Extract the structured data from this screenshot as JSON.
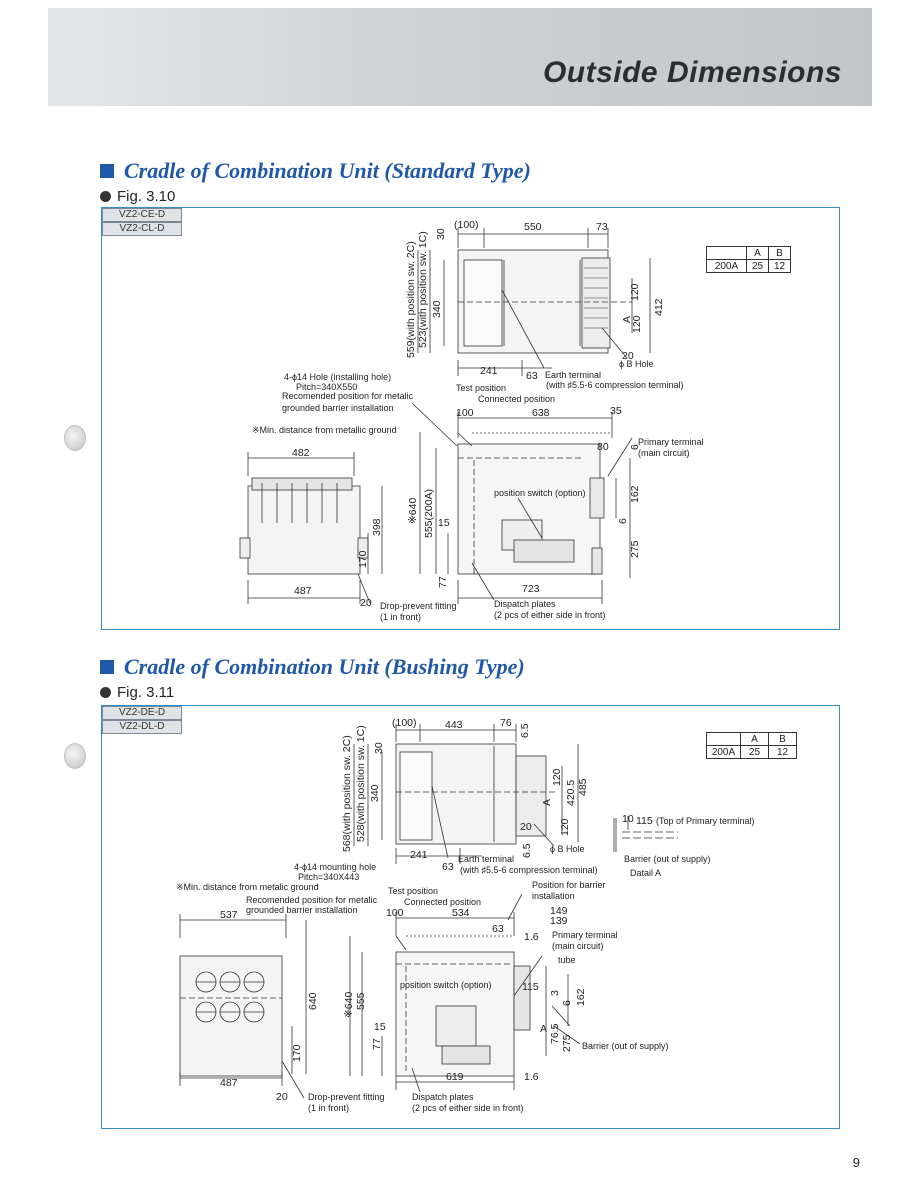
{
  "page": {
    "title": "Outside Dimensions",
    "number": "9"
  },
  "sections": [
    {
      "heading": "Cradle of Combination Unit (Standard Type)",
      "figure": "Fig. 3.10",
      "models": [
        "VZ2-CE-D",
        "VZ2-CL-D"
      ],
      "table": {
        "headers": [
          "",
          "A",
          "B"
        ],
        "row": [
          "200A",
          "25",
          "12"
        ]
      },
      "dims": {
        "d100": "(100)",
        "d550": "550",
        "d73": "73",
        "d30": "30",
        "v559": "559(with position sw. 2C)",
        "v523": "523(with position sw. 1C)",
        "v340": "340",
        "v120": "120",
        "vA": "A",
        "v120b": "120",
        "v412": "412",
        "d241": "241",
        "d63": "63",
        "d20": "20",
        "d482": "482",
        "d487": "487",
        "d20b": "20",
        "v398": "398",
        "v170": "170",
        "d100b": "100",
        "d638": "638",
        "d35": "35",
        "d80": "80",
        "v640": "※640",
        "v555": "555(200A)",
        "d15": "15",
        "v77": "77",
        "d723": "723",
        "v6": "6",
        "v162": "162",
        "v6b": "6",
        "v275": "275"
      },
      "notes": {
        "hole": "4-ϕ14 Hole (installing hole)",
        "pitch": "Pitch=340X550",
        "barrier1": "Recomended position for metalic",
        "barrier2": "grounded barrier installation",
        "min_ground": "※Min. distance from metallic ground",
        "test_position": "Test position",
        "connected_position": "Connected position",
        "earth1": "Earth terminal",
        "earth2": "(with ♯5.5-6 compression terminal)",
        "b_hole": "ϕ B Hole",
        "primary1": "Primary terminal",
        "primary2": "(main circuit)",
        "position_switch": "position switch (option)",
        "drop1": "Drop-prevent fitting",
        "drop2": "(1 in front)",
        "dispatch1": "Dispatch plates",
        "dispatch2": "(2 pcs of either side in front)"
      }
    },
    {
      "heading": "Cradle of Combination Unit (Bushing Type)",
      "figure": "Fig. 3.11",
      "models": [
        "VZ2-DE-D",
        "VZ2-DL-D"
      ],
      "table": {
        "headers": [
          "",
          "A",
          "B"
        ],
        "row": [
          "200A",
          "25",
          "12"
        ]
      },
      "dims": {
        "d100": "(100)",
        "d443": "443",
        "d76": "76",
        "d65": "6.5",
        "d30": "30",
        "v568": "568(with position sw. 2C)",
        "v528": "528(with position sw. 1C)",
        "v340": "340",
        "v120": "120",
        "v4205": "420.5",
        "v485": "485",
        "vA": "A",
        "v120b": "120",
        "d20": "20",
        "d241": "241",
        "d63": "63",
        "d65b": "6.5",
        "d10": "10",
        "d115top": "115",
        "d537": "537",
        "v640": "640",
        "v170": "170",
        "d487": "487",
        "d20b": "20",
        "d100b": "100",
        "d534": "534",
        "d149": "149",
        "d139": "139",
        "d63b": "63",
        "d16": "1.6",
        "v640b": "※640",
        "v555": "555",
        "d15": "15",
        "v77": "77",
        "d115": "115",
        "v3": "3",
        "v6": "6",
        "v162": "162",
        "vA2": "A",
        "v765": "76.5",
        "v275": "275",
        "d619": "619",
        "d16b": "1.6"
      },
      "notes": {
        "hole": "4-ϕ14 mounting hole",
        "pitch": "Pitch=340X443",
        "min_ground": "※Min. distance from metalic ground",
        "barrier1": "Recomended position for metalic",
        "barrier2": "grounded barrier installation",
        "test_position": "Test position",
        "connected_position": "Connected position",
        "earth1": "Earth terminal",
        "earth2": "(with ♯5.5-6 compression terminal)",
        "b_hole": "ϕ B Hole",
        "top_primary": "(Top of Primary terminal)",
        "barrier_out": "Barrier (out of supply)",
        "detail": "Datail A",
        "barrier_pos1": "Position for barrier",
        "barrier_pos2": "installation",
        "primary1": "Primary terminal",
        "primary2": "(main circuit)",
        "tube": "tube",
        "position_switch": "position switch (option)",
        "barrier_out2": "Barrier (out of supply)",
        "drop1": "Drop-prevent fitting",
        "drop2": "(1 in front)",
        "dispatch1": "Dispatch plates",
        "dispatch2": "(2 pcs of either side in front)"
      }
    }
  ]
}
